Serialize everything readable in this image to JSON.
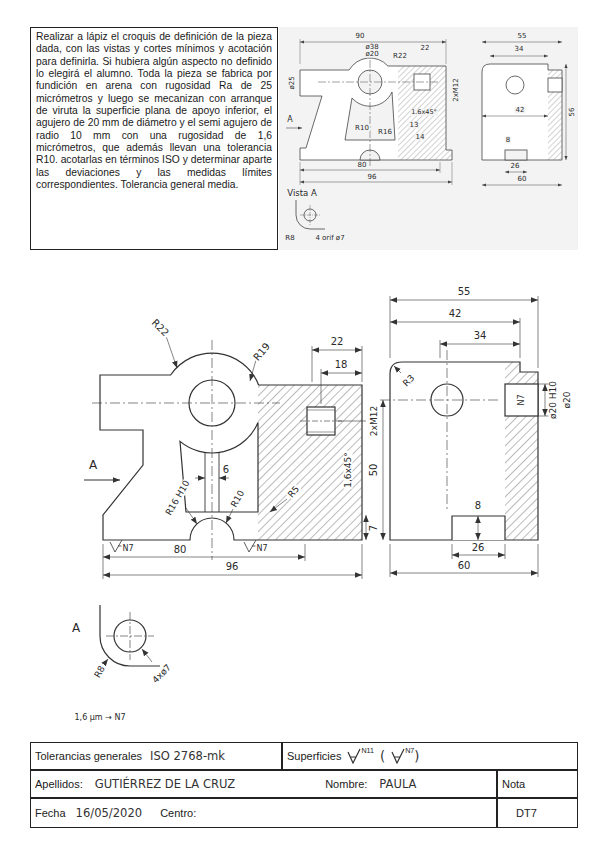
{
  "diagram": {
    "nodes": [
      {
        "text": [
          "Realizar a lápiz el croquis de definición de la pieza dada, con las vistas y cortes mínimos y acotación para definirla. Si hubiera algún aspecto no definido lo elegirá el alumno. Toda la pieza se fabrica por fundición en arena con rugosidad Ra de 25 micrómetros y luego se mecanizan con arranque de viruta la superficie plana de apoyo inferior, el agujero de 20 mm de diámetro y el semi agujero de radio 10 mm con una rugosidad de 1,6 micrómetros, que además llevan una tolerancia R10. acotarlas en términos ISO y determinar aparte las deviaciones y las medidas límites correspondientes. Tolerancia general media."
        ]
      },
      {
        "text": [
          "Tolerancias generales",
          "ISO 2768-mk"
        ]
      },
      {
        "text": [
          "Superficies",
          "N11",
          "(",
          "N7",
          ")"
        ]
      },
      {
        "text": [
          "Apellidos:",
          "GUTIÉRREZ DE LA CRUZ",
          "Nombre:",
          "PAULA"
        ]
      },
      {
        "text": [
          "Nota"
        ]
      },
      {
        "text": [
          "Fecha",
          "16/05/2020",
          "Centro:"
        ]
      },
      {
        "text": [
          "DT7"
        ]
      }
    ],
    "labels": [
      "90",
      "ø38",
      "ø20",
      "R22",
      "22",
      "2xM12",
      "ø25",
      "A",
      "R10",
      "R16",
      "13",
      "14",
      "1.6x45°",
      "80",
      "96",
      "Vista A",
      "R8",
      "4 orif ø7",
      "55",
      "34",
      "42",
      "56",
      "8",
      "26",
      "60",
      "R22",
      "R19",
      "22",
      "18",
      "2xM12",
      "1,6x45°",
      "6",
      "A",
      "R16 H10",
      "R10",
      "R5",
      "7",
      "N7",
      "80",
      "N7",
      "96",
      "55",
      "42",
      "34",
      "R3",
      "N7",
      "ø20 H10",
      "ø20",
      "50",
      "8",
      "26",
      "60",
      "A",
      "R8",
      "4xø7",
      "1,6 µm → N7"
    ]
  }
}
